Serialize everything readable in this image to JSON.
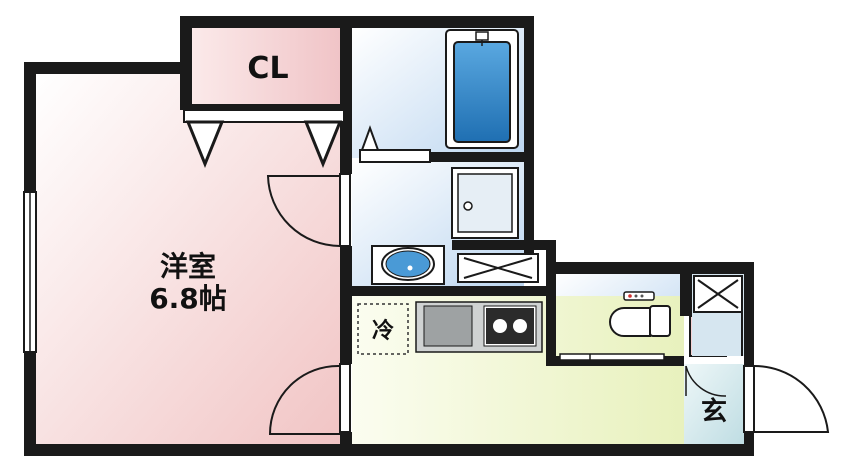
{
  "rooms": {
    "closet_label": "CL",
    "western_room_label": "洋室",
    "western_room_size": "6.8帖",
    "fridge_label": "冷",
    "entrance_label": "玄"
  },
  "colors": {
    "wall": "#1a1a1a",
    "western_room": "#f4c9c9",
    "bathroom": "#c9def2",
    "kitchen_floor": "#eef4c8",
    "entrance_floor": "#cfe6ea",
    "bathtub": "#2f86c8",
    "closet": "#f2cfd0"
  }
}
